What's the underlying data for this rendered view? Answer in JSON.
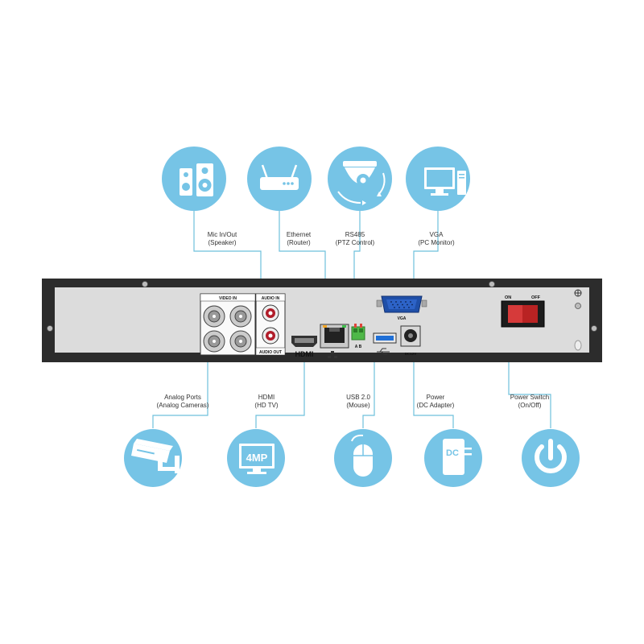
{
  "top_features": [
    {
      "line1": "Mic In/Out",
      "line2": "(Speaker)",
      "icon": "speaker-icon"
    },
    {
      "line1": "Ethernet",
      "line2": "(Router)",
      "icon": "router-icon"
    },
    {
      "line1": "RS485",
      "line2": "(PTZ Control)",
      "icon": "ptz-dome-camera-icon"
    },
    {
      "line1": "VGA",
      "line2": "(PC Monitor)",
      "icon": "pc-monitor-icon"
    }
  ],
  "bottom_features": [
    {
      "line1": "Analog Ports",
      "line2": "(Analog Cameras)",
      "icon": "bullet-camera-icon"
    },
    {
      "line1": "HDMI",
      "line2": "(HD TV)",
      "icon": "hdtv-4mp-icon"
    },
    {
      "line1": "USB 2.0",
      "line2": "(Mouse)",
      "icon": "mouse-icon"
    },
    {
      "line1": "Power",
      "line2": "(DC Adapter)",
      "icon": "dc-adapter-icon"
    },
    {
      "line1": "Power Switch",
      "line2": "(On/Off)",
      "icon": "power-button-icon"
    }
  ],
  "panel": {
    "video_in": "VIDEO IN",
    "audio_in": "AUDIO IN",
    "audio_out": "AUDIO OUT",
    "hdmi": "HDMI",
    "vga": "VGA",
    "rs485": "A  B",
    "dc": "DC12V",
    "switch_on": "ON",
    "switch_off": "OFF",
    "icon_4mp": "4MP",
    "icon_dc": "DC"
  },
  "colors": {
    "accent": "#76c4e6",
    "panel": "#dcdcdc",
    "frame": "#2c2c2c"
  }
}
